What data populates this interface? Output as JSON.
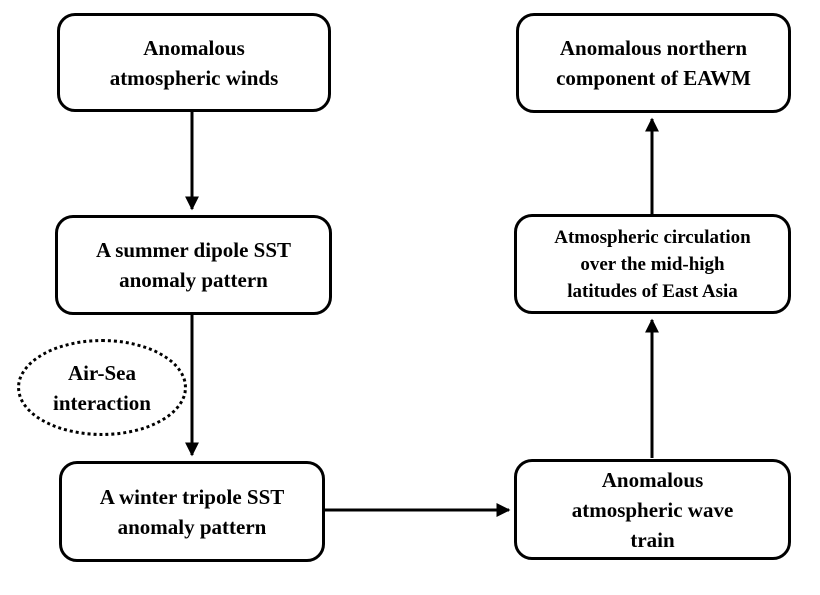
{
  "diagram": {
    "title": "EAWM mechanism flowchart",
    "colors": {
      "node_border": "#000000",
      "node_fill": "#ffffff",
      "text": "#000000",
      "arrow": "#000000",
      "background": "#ffffff"
    },
    "nodes": {
      "anomalous_winds": {
        "id": "anomalous-winds",
        "shape": "rounded-rect",
        "lines": [
          "Anomalous",
          "atmospheric winds"
        ]
      },
      "summer_dipole": {
        "id": "summer-dipole",
        "shape": "rounded-rect",
        "lines": [
          "A summer dipole SST",
          "anomaly pattern"
        ]
      },
      "air_sea": {
        "id": "air-sea",
        "shape": "dotted-ellipse",
        "lines": [
          "Air-Sea",
          "interaction"
        ]
      },
      "winter_tripole": {
        "id": "winter-tripole",
        "shape": "rounded-rect",
        "lines": [
          "A winter tripole SST",
          "anomaly pattern"
        ]
      },
      "wave_train": {
        "id": "wave-train",
        "shape": "rounded-rect",
        "lines": [
          "Anomalous",
          "atmospheric wave",
          "train"
        ]
      },
      "circulation": {
        "id": "circulation",
        "shape": "rounded-rect",
        "lines": [
          "Atmospheric circulation",
          "over the mid-high",
          "latitudes of East Asia"
        ]
      },
      "eawm": {
        "id": "eawm",
        "shape": "rounded-rect",
        "lines": [
          "Anomalous northern",
          "component of EAWM"
        ]
      }
    },
    "edges": [
      {
        "from": "anomalous-winds",
        "to": "summer-dipole",
        "direction": "down"
      },
      {
        "from": "summer-dipole",
        "to": "winter-tripole",
        "direction": "down",
        "via_label": "air-sea"
      },
      {
        "from": "winter-tripole",
        "to": "wave-train",
        "direction": "right"
      },
      {
        "from": "wave-train",
        "to": "circulation",
        "direction": "up"
      },
      {
        "from": "circulation",
        "to": "eawm",
        "direction": "up"
      }
    ]
  }
}
